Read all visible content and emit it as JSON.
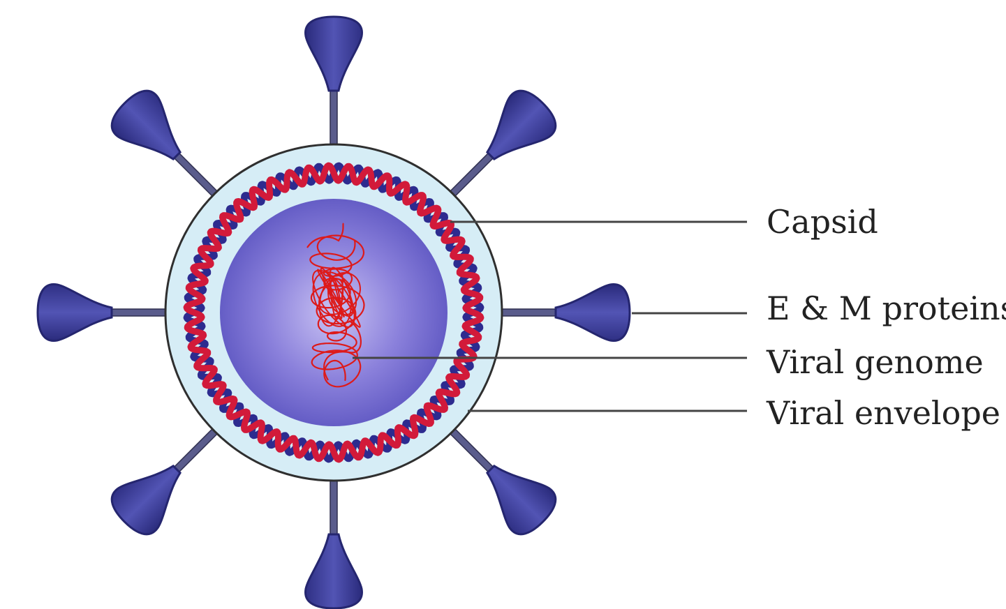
{
  "diagram": {
    "labels": {
      "capsid": "Capsid",
      "em_proteins": "E & M proteins",
      "viral_genome": "Viral genome",
      "viral_envelope": "Viral envelope"
    },
    "colors": {
      "spike": "#3e3f9e",
      "spike_dark": "#25266f",
      "spike_light": "#6d70c9",
      "envelope_fill": "#d6edf6",
      "core_fill": "#6a62c8",
      "core_light": "#c7c1f2",
      "strand_red": "#d21a3a",
      "strand_blue": "#2d2b8f",
      "genome_red": "#dd1a1a",
      "leader_line": "#444444",
      "outline": "#2f2f2f"
    },
    "icons": {
      "spike": "spike-protein-icon",
      "genome": "genome-coil-icon"
    }
  }
}
